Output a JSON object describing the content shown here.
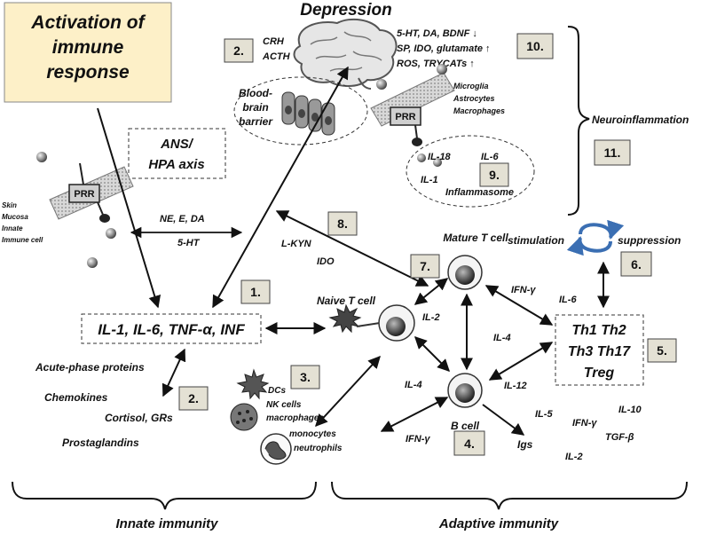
{
  "title_box": {
    "line1": "Activation of",
    "line2": "immune",
    "line3": "response"
  },
  "depression": {
    "title": "Depression",
    "crh": "CRH",
    "acth": "ACTH"
  },
  "bbb": {
    "line1": "Blood-",
    "line2": "brain",
    "line3": "barrier"
  },
  "neuro_changes": {
    "line1": "5-HT, DA, BDNF ↓",
    "line2": "SP, IDO, glutamate ↑",
    "line3": "ROS, TRYCATs ↑"
  },
  "glia": {
    "microglia": "Microglia",
    "astrocytes": "Astrocytes",
    "macrophages": "Macrophages"
  },
  "prr": "PRR",
  "inflammasome": {
    "il18": "IL-18",
    "il6": "IL-6",
    "il1": "IL-1",
    "label": "Inflammasome"
  },
  "neuroinflammation": "Neuroinflammation",
  "ans": {
    "line1": "ANS/",
    "line2": "HPA axis"
  },
  "skin": {
    "l1": "Skin",
    "l2": "Mucosa",
    "l3": "Innate",
    "l4": "Immune cell"
  },
  "nt": {
    "ne": "NE, E,  DA",
    "ht": "5-HT"
  },
  "kyn": {
    "lkyn": "L-KYN",
    "ido": "IDO"
  },
  "cytokine_box": "IL-1, IL-6, TNF-α, INF",
  "mature_t": "Mature T cell",
  "naive_t": "Naive T cell",
  "b_cell": "B cell",
  "th_box": {
    "line1": "Th1 Th2",
    "line2": "Th3 Th17",
    "line3": "Treg"
  },
  "stim": {
    "stimulation": "stimulation",
    "suppression": "suppression"
  },
  "cyto_labels": {
    "ifng_top": "IFN-γ",
    "il6_r": "IL-6",
    "il2_naive": "IL-2",
    "il4_mid": "IL-4",
    "il4_left": "IL-4",
    "il12": "IL-12",
    "ifng_left": "IFN-γ"
  },
  "b_products": {
    "il5": "IL-5",
    "ifng": "IFN-γ",
    "il10": "IL-10",
    "tgfb": "TGF-β",
    "il2": "IL-2",
    "igs": "Igs"
  },
  "innate_outputs": {
    "acute": "Acute-phase proteins",
    "chemokines": "Chemokines",
    "cortisol": "Cortisol, GRs",
    "prostaglandins": "Prostaglandins"
  },
  "innate_cells": {
    "dcs": "DCs",
    "nk": "NK cells",
    "macro": "macrophages",
    "mono": "monocytes",
    "neutro": "neutrophils"
  },
  "bottom": {
    "innate": "Innate immunity",
    "adaptive": "Adaptive immunity"
  },
  "numbers": {
    "n1": "1.",
    "n2a": "2.",
    "n2b": "2.",
    "n3": "3.",
    "n4": "4.",
    "n5": "5.",
    "n6": "6.",
    "n7": "7.",
    "n8": "8.",
    "n9": "9.",
    "n10": "10.",
    "n11": "11."
  },
  "colors": {
    "title_box_fill": "#fdf0c8",
    "number_box_fill": "#e4e1d4",
    "arrow": "#111111",
    "stim_arrow": "#3b6fb3"
  }
}
